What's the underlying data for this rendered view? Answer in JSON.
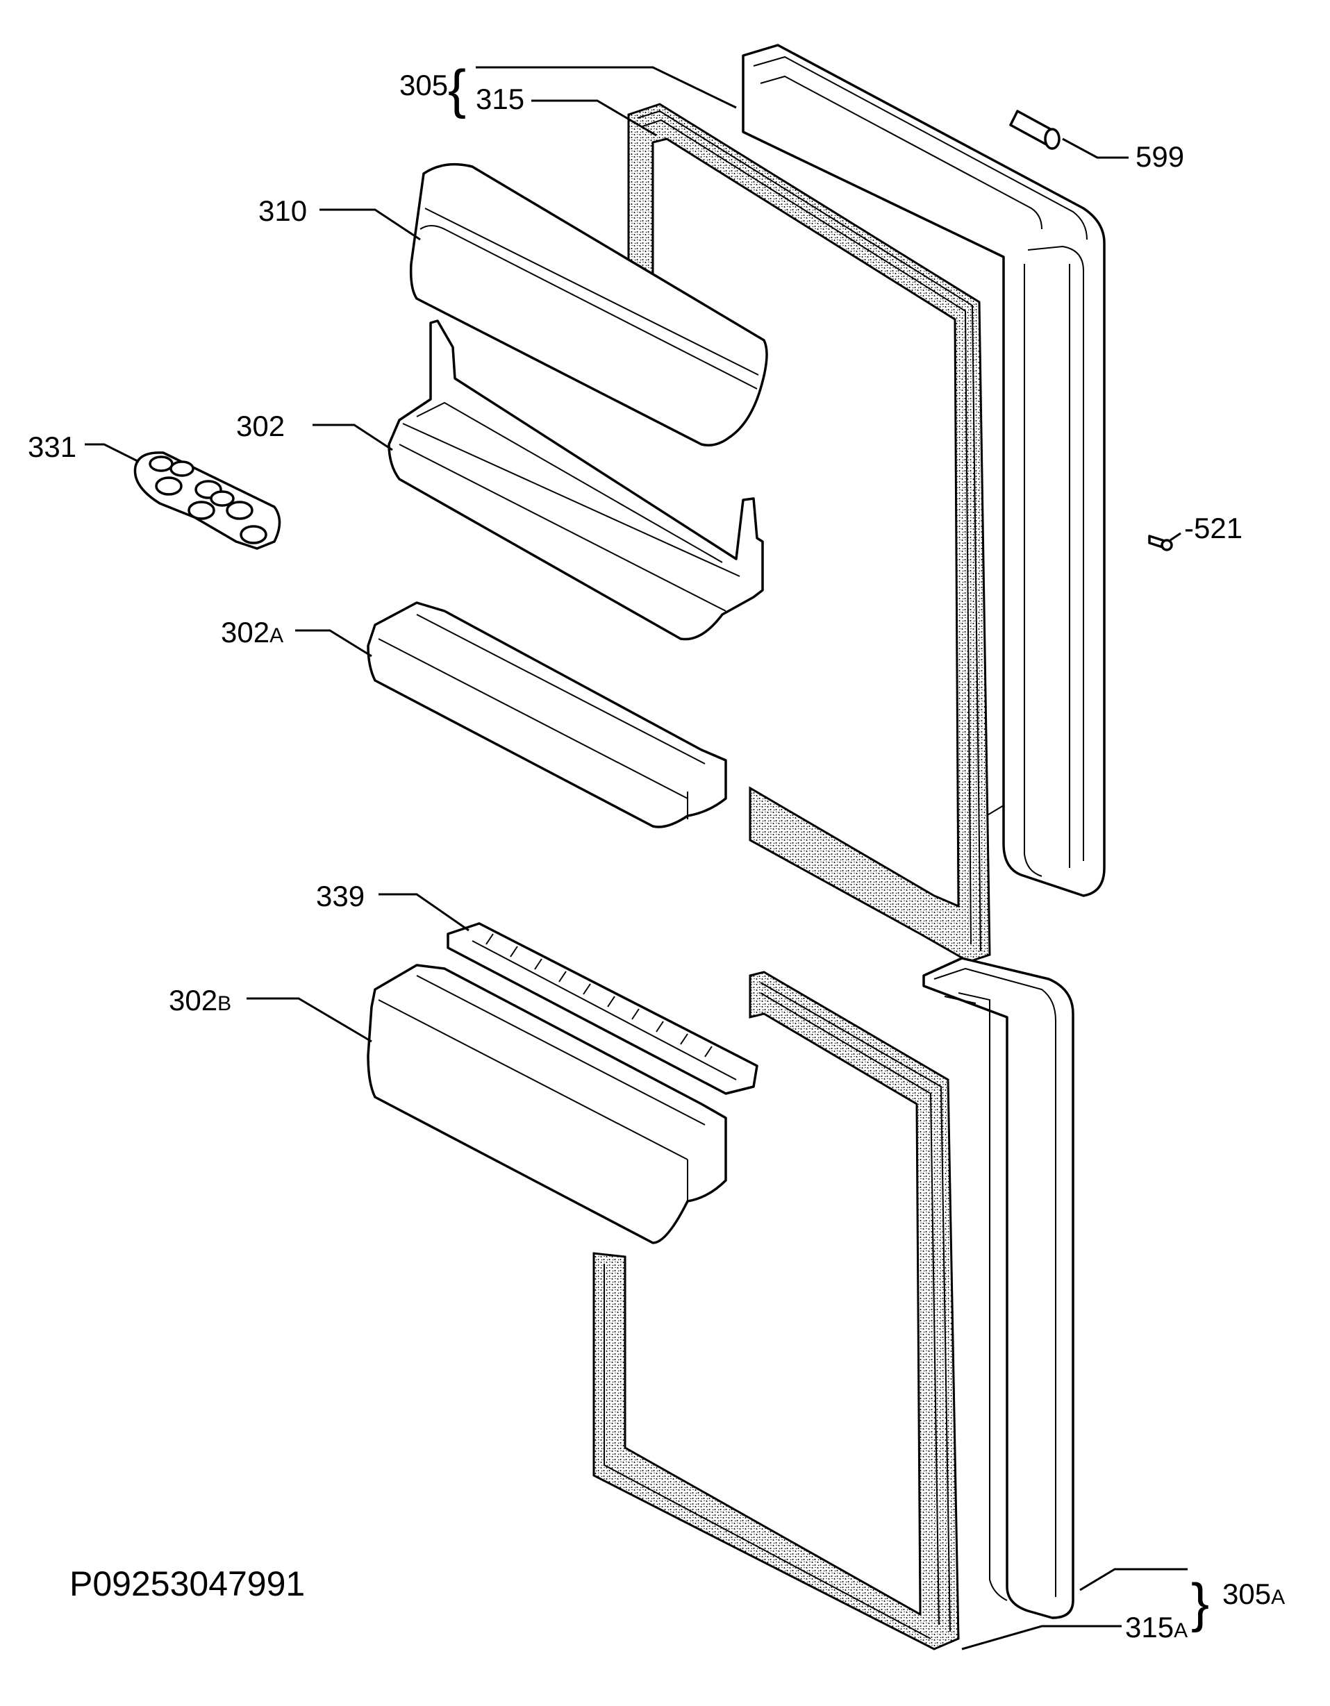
{
  "labels": {
    "l305": {
      "main": "305",
      "sub": ""
    },
    "l315": {
      "main": "315",
      "sub": ""
    },
    "l599": {
      "main": "599",
      "sub": ""
    },
    "l310": {
      "main": "310",
      "sub": ""
    },
    "l302": {
      "main": "302",
      "sub": ""
    },
    "l331": {
      "main": "331",
      "sub": ""
    },
    "l521": {
      "main": "-521",
      "sub": ""
    },
    "l302a": {
      "main": "302",
      "sub": "A"
    },
    "l339": {
      "main": "339",
      "sub": ""
    },
    "l302b": {
      "main": "302",
      "sub": "B"
    },
    "l305a": {
      "main": "305",
      "sub": "A"
    },
    "l315a": {
      "main": "315",
      "sub": "A"
    }
  },
  "braces": {
    "left": "{",
    "right": "}"
  },
  "diagram_code": "P09253047991"
}
